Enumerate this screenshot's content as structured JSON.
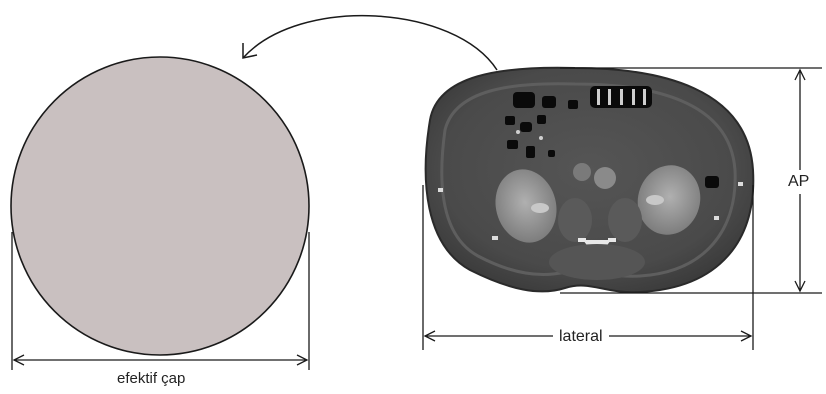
{
  "labels": {
    "effective_diameter": "efektif çap",
    "lateral": "lateral",
    "ap": "AP"
  },
  "colors": {
    "circle_fill": "#c9c0c0",
    "outline": "#1a1a1a",
    "ct_body": "#4a4a4a",
    "ct_dark": "#2a2a2a",
    "kidney": "#9a9a9a",
    "bone": "#e8e8e8",
    "gas": "#0a0a0a"
  },
  "elements": {
    "circle": "effective-diameter-circle",
    "ct_slice": "abdominal-ct-cross-section",
    "arrows": [
      "curved-mapping-arrow",
      "effective-diameter-arrow",
      "lateral-arrow",
      "ap-arrow"
    ]
  }
}
